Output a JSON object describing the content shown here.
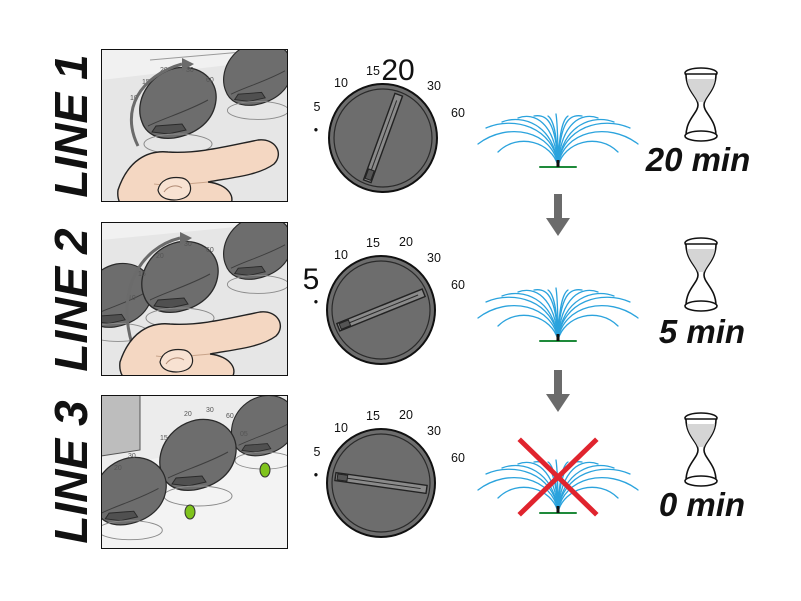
{
  "rows": [
    {
      "label": "LINE 1",
      "dial_ticks": [
        "•",
        "5",
        "10",
        "15",
        "20",
        "30",
        "60"
      ],
      "selected": "20",
      "duration": "20 min",
      "water_on": true,
      "hand": true
    },
    {
      "label": "LINE 2",
      "dial_ticks": [
        "•",
        "5",
        "10",
        "15",
        "20",
        "30",
        "60"
      ],
      "selected": "5",
      "duration": "5 min",
      "water_on": true,
      "hand": true
    },
    {
      "label": "LINE 3",
      "dial_ticks": [
        "•",
        "5",
        "10",
        "15",
        "20",
        "30",
        "60"
      ],
      "selected": "",
      "duration": "0 min",
      "water_on": false,
      "hand": false
    }
  ],
  "colors": {
    "knob": "#6d6d6d",
    "knob_dark": "#555555",
    "water": "#2ba3dd",
    "grass": "#1e8a3a",
    "cross": "#e0242e",
    "arrow": "#6b6b6b",
    "skin": "#f4d7c2",
    "led": "#7fc31c"
  },
  "icons": [
    "hand-turning-knob-icon",
    "hourglass-icon",
    "sprinkler-spray-icon",
    "down-arrow-icon",
    "cross-icon"
  ]
}
